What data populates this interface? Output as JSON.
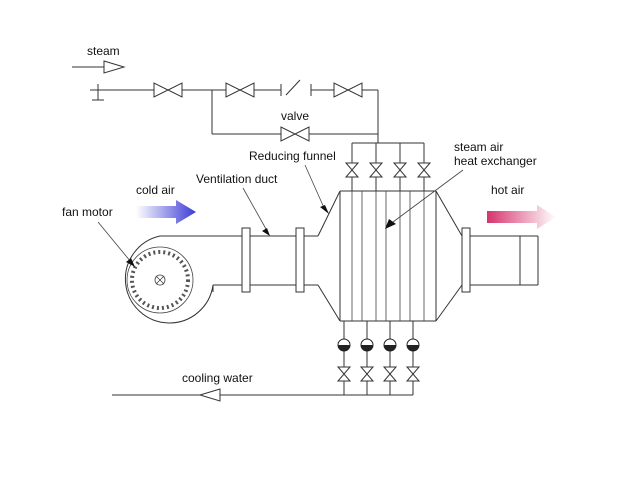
{
  "labels": {
    "steam": "steam",
    "valve": "valve",
    "reducing_funnel": "Reducing funnel",
    "heat_exchanger_line1": "steam air",
    "heat_exchanger_line2": "heat exchanger",
    "ventilation_duct": "Ventilation duct",
    "cold_air": "cold air",
    "hot_air": "hot air",
    "fan_motor": "fan motor",
    "cooling_water": "cooling water"
  },
  "colors": {
    "cold_air_arrow": "#3b3bd6",
    "hot_air_arrow": "#d6336c",
    "line": "#333333"
  }
}
